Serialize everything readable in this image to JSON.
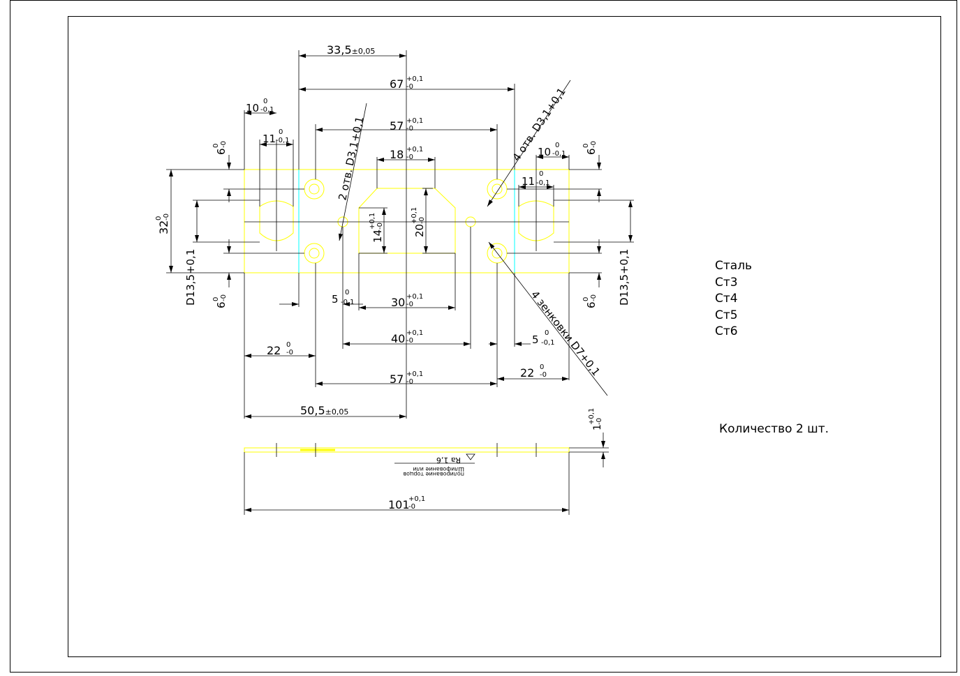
{
  "materials": [
    "Сталь",
    "Ст3",
    "Ст4",
    "Ст5",
    "Ст6"
  ],
  "quantity": "Количество 2 шт.",
  "dims": {
    "d33_5": {
      "base": "33,5",
      "tol": "±0,05"
    },
    "d67": {
      "base": "67",
      "up": "+0,1",
      "low": "-0"
    },
    "d57_top": {
      "base": "57",
      "up": "+0,1",
      "low": "-0"
    },
    "d18": {
      "base": "18",
      "up": "+0,1",
      "low": "-0"
    },
    "d10_left": {
      "base": "10",
      "up": "0",
      "low": "-0,1"
    },
    "d11_left": {
      "base": "11",
      "up": "0",
      "low": "-0,1"
    },
    "d10_right": {
      "base": "10",
      "up": "0",
      "low": "-0,1"
    },
    "d11_right": {
      "base": "11",
      "up": "0",
      "low": "-0,1"
    },
    "d6_tl": {
      "base": "6",
      "up": "0",
      "low": "-0"
    },
    "d6_bl": {
      "base": "6",
      "up": "0",
      "low": "-0"
    },
    "d6_tr": {
      "base": "6",
      "up": "0",
      "low": "-0"
    },
    "d6_br": {
      "base": "6",
      "up": "0",
      "low": "-0"
    },
    "d32": {
      "base": "32",
      "up": "0",
      "low": "-0"
    },
    "d13_5_left": "D13,5+0,1",
    "d13_5_right": "D13,5+0,1",
    "d14": {
      "base": "14",
      "up": "+0,1",
      "low": "-0"
    },
    "d20": {
      "base": "20",
      "up": "+0,1",
      "low": "-0"
    },
    "d5_left": {
      "base": "5",
      "up": "0",
      "low": "-0,1"
    },
    "d30": {
      "base": "30",
      "up": "+0,1",
      "low": "-0"
    },
    "d40": {
      "base": "40",
      "up": "+0,1",
      "low": "-0"
    },
    "d5_right": {
      "base": "5",
      "up": "0",
      "low": "-0,1"
    },
    "d22_left": {
      "base": "22",
      "up": "0",
      "low": "-0"
    },
    "d22_right": {
      "base": "22",
      "up": "0",
      "low": "-0"
    },
    "d57_bottom": {
      "base": "57",
      "up": "+0,1",
      "low": "-0"
    },
    "d50_5": {
      "base": "50,5",
      "tol": "±0,05"
    },
    "d1": {
      "base": "1",
      "up": "+0,1",
      "low": "-0"
    },
    "d101": {
      "base": "101",
      "up": "+0,1",
      "low": "-0"
    }
  },
  "callouts": {
    "holes_2": "2 отв. D3,1+0,1",
    "holes_4": "4 отв. D3,1+0,1",
    "countersinks": "4 зенковки D7+0,1"
  },
  "surface": {
    "roughness": "Ra 1,6",
    "note_line1": "Шлифование или",
    "note_line2": "полирование торцов"
  },
  "colors": {
    "outline": "#ffff00",
    "edge": "#00ffff",
    "dimension": "#000000"
  }
}
